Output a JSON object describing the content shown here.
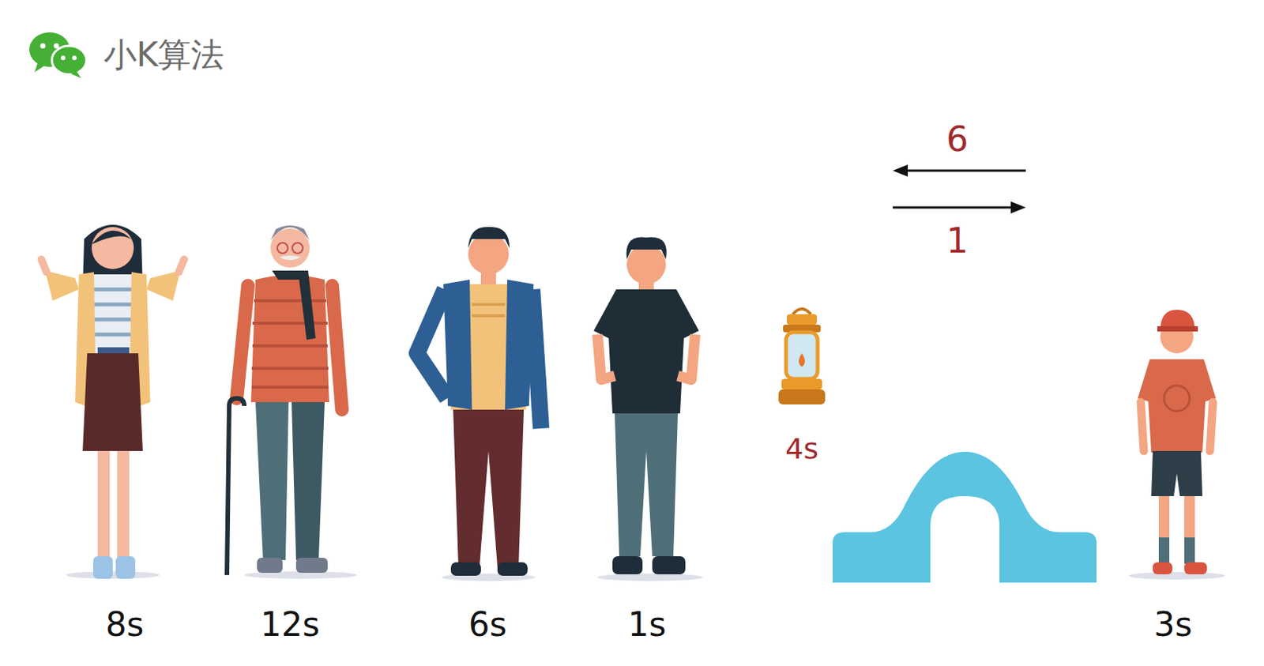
{
  "diagram": {
    "labels": [
      "小K算法",
      "6",
      "1",
      "4s",
      "8s",
      "12s",
      "6s",
      "1s",
      "3s"
    ]
  }
}
